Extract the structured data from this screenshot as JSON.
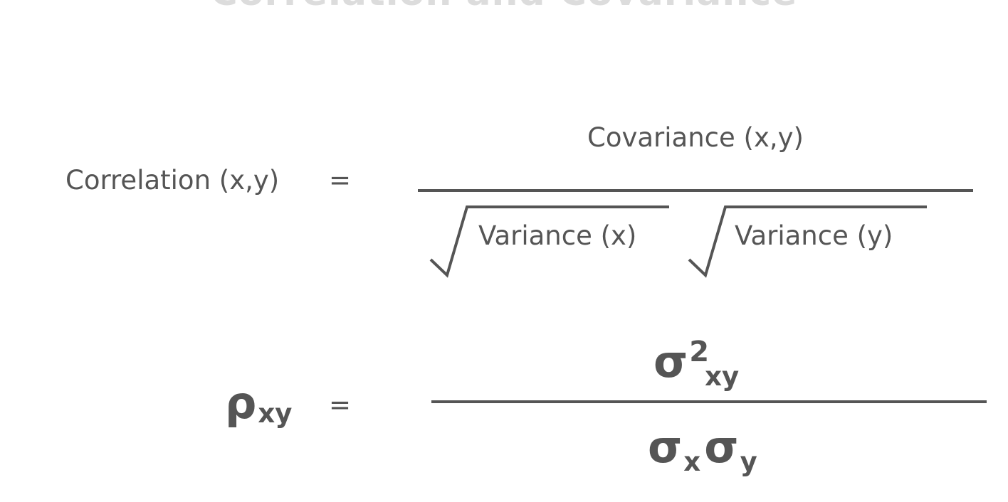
{
  "title": "Correlation and Covariance",
  "formula_words": {
    "lhs": "Correlation (x,y)",
    "equals": "=",
    "numerator": "Covariance (x,y)",
    "denominator_left": "Variance (x)",
    "denominator_right": "Variance (y)"
  },
  "formula_symbols": {
    "lhs_symbol": "ρ",
    "lhs_subscript": "xy",
    "equals": "=",
    "numerator_symbol": "σ",
    "numerator_superscript": "2",
    "numerator_subscript": "xy",
    "denominator_symbol_1": "σ",
    "denominator_subscript_1": "x",
    "denominator_symbol_2": "σ",
    "denominator_subscript_2": "y"
  },
  "colors": {
    "text": "#555555",
    "title_faded": "#dcdcdc"
  }
}
